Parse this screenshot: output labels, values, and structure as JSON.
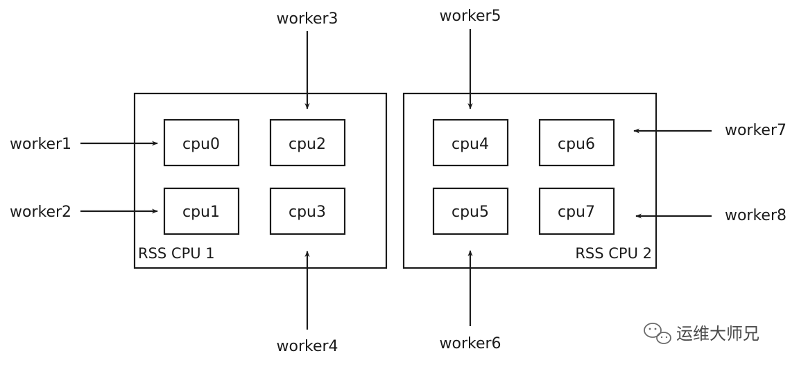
{
  "groups": [
    {
      "label": "RSS CPU 1",
      "cpus": [
        "cpu0",
        "cpu2",
        "cpu1",
        "cpu3"
      ]
    },
    {
      "label": "RSS CPU 2",
      "cpus": [
        "cpu4",
        "cpu6",
        "cpu5",
        "cpu7"
      ]
    }
  ],
  "workers": [
    "worker1",
    "worker2",
    "worker3",
    "worker4",
    "worker5",
    "worker6",
    "worker7",
    "worker8"
  ],
  "watermark": {
    "text": "运维大师兄",
    "icon": "wechat-icon"
  },
  "colors": {
    "line": "#1a1a1a",
    "background": "#ffffff"
  }
}
